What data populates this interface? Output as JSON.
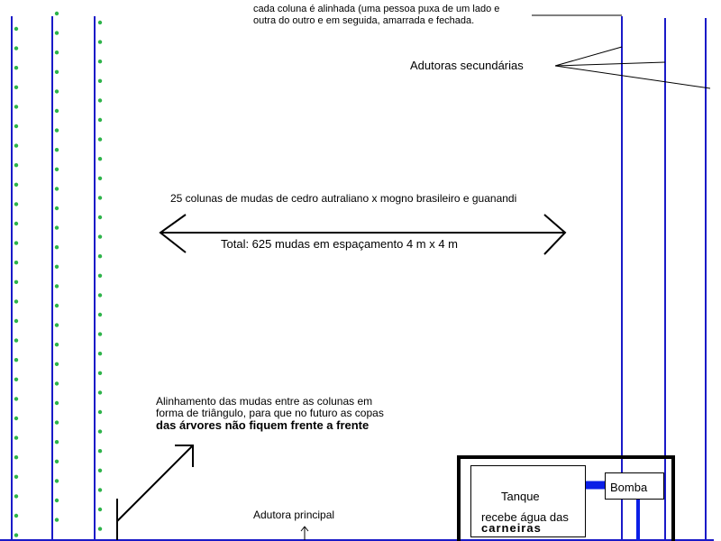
{
  "colors": {
    "line": "#1a1ac8",
    "seedling": "#2db34a",
    "ink": "#000000",
    "pipe": "#0a1ee6"
  },
  "labels": {
    "note_top_line1": "cada coluna é alinhada (uma pessoa puxa de um lado e",
    "note_top_line2": "outra do outro e em seguida, amarrada e fechada.",
    "secondary_pipes": "Adutoras secundárias",
    "columns_desc": "25 colunas de mudas de cedro autraliano x mogno brasileiro e guanandi",
    "total": "Total: 625 mudas em espaçamento 4 m x 4 m",
    "alignment_line1": "Alinhamento das mudas entre as colunas em",
    "alignment_line2": "forma de triângulo, para que no futuro as copas",
    "alignment_line3": "das árvores não fiquem frente a frente",
    "main_pipe": "Adutora principal",
    "tank": "Tanque",
    "tank_line1": "recebe água das",
    "tank_line2": "carneiras",
    "pump": "Bomba"
  },
  "icons": {
    "arrow": "double-arrow-icon",
    "diagonal_arrow": "diagonal-arrow-icon"
  }
}
